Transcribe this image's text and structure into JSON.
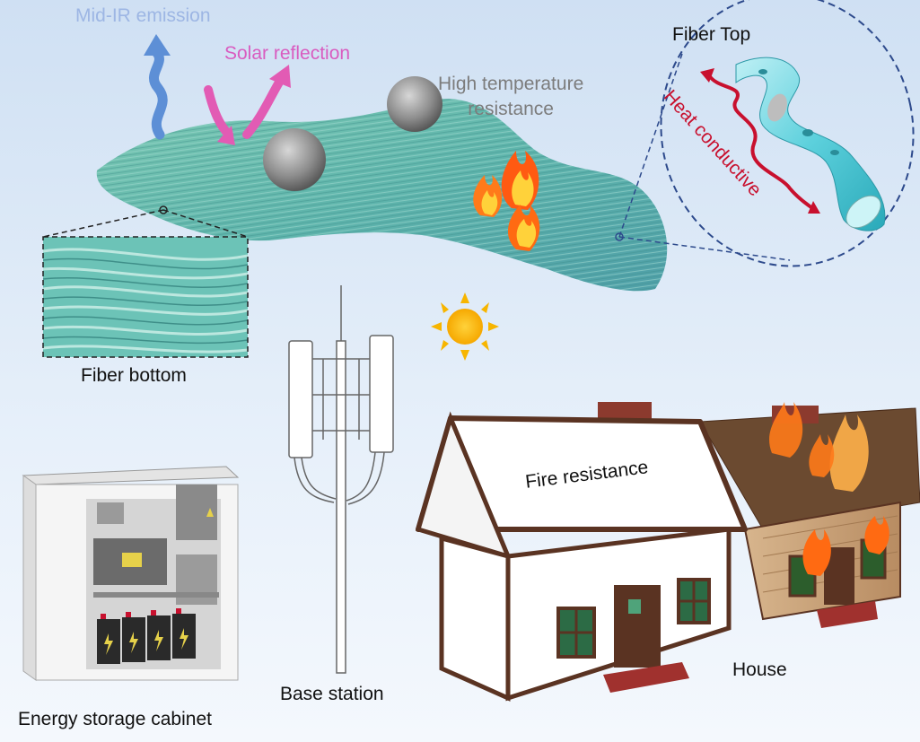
{
  "labels": {
    "mid_ir_emission": "Mid-IR emission",
    "solar_reflection": "Solar reflection",
    "high_temperature_line1": "High temperature",
    "high_temperature_line2": "resistance",
    "fiber_top": "Fiber Top",
    "heat_conductive": "Heat conductive",
    "fiber_bottom": "Fiber bottom",
    "fire_resistance": "Fire resistance",
    "house": "House",
    "base_station": "Base station",
    "energy_storage_cabinet": "Energy storage cabinet"
  },
  "colors": {
    "background_top": "#cfe0f3",
    "background_bottom": "#f4f8fd",
    "fiber_mat": "#5fb5ac",
    "mid_ir_arrow": "#5d8fd6",
    "solar_arrow": "#e25bb4",
    "heat_arrow": "#c8102e",
    "sun": "#f7b500",
    "dashed_outline": "#2d4a8c",
    "house_wall": "#ffffff",
    "house_frame": "#5a3322",
    "burning_house_wall": "#c9a47e",
    "flame": "#ff7a1a"
  },
  "icons": [
    "mid-ir-arrow-icon",
    "solar-reflection-arrow-icon",
    "sun-icon",
    "flame-icon",
    "heat-conductive-arrow-icon"
  ]
}
